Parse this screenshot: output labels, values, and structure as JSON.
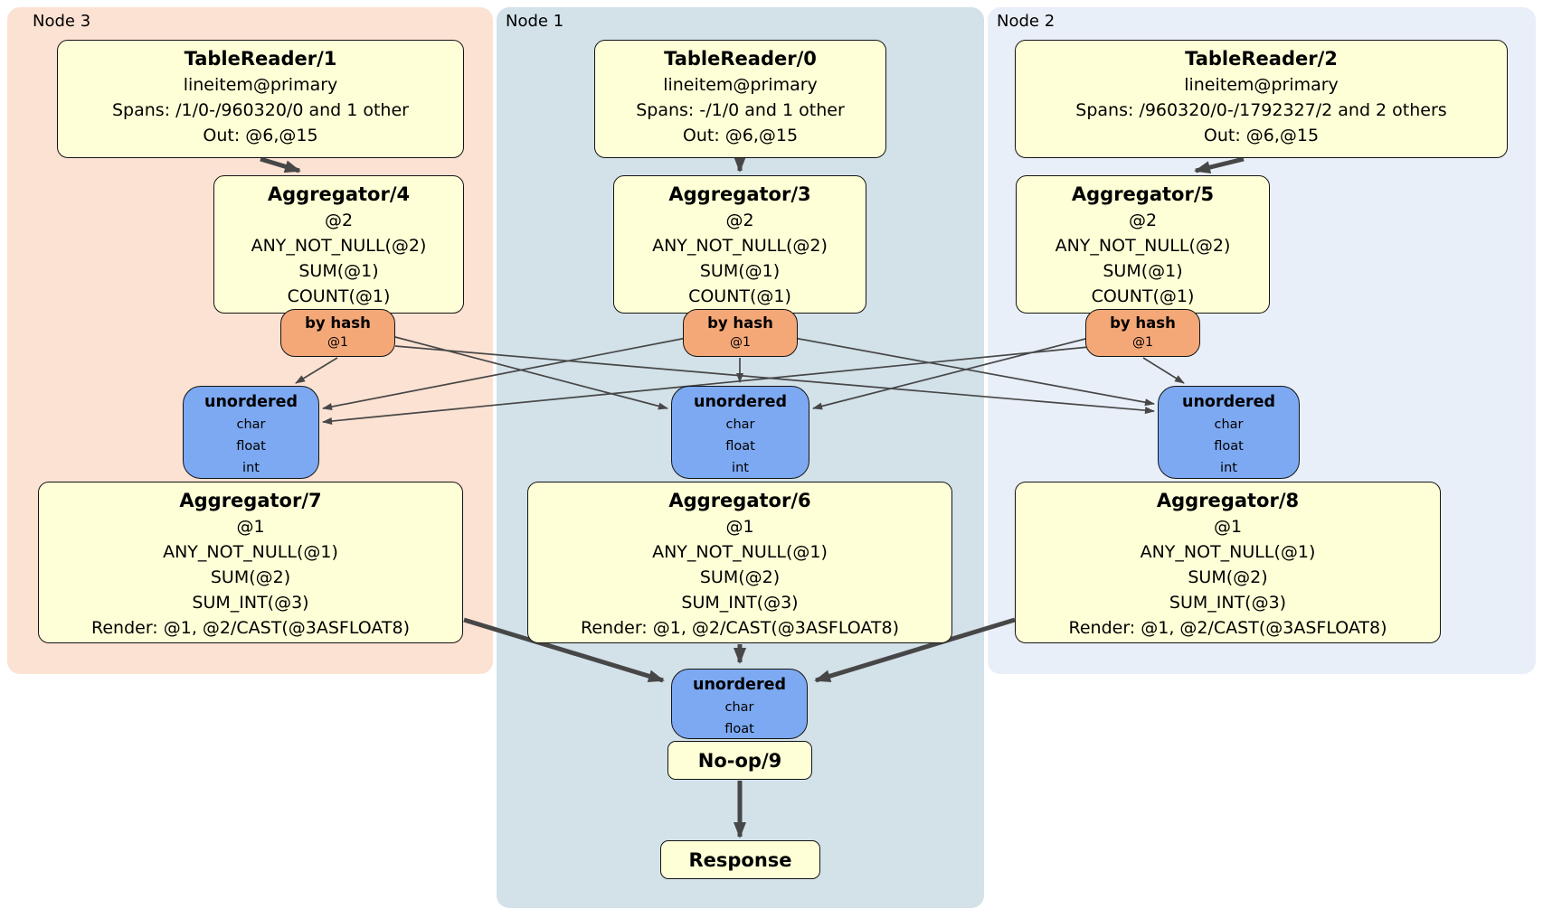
{
  "colors": {
    "page_bg": "#ffffff",
    "node3_bg": "#fce2d3",
    "node1_bg": "#d3e1e9",
    "node2_bg": "#e9eff8",
    "process_box": "#ffffd7",
    "hash_router": "#f4a878",
    "sync_box": "#7da9f2",
    "box_border": "#141414",
    "edge": "#474747",
    "text": "#000000"
  },
  "node3": {
    "label": "Node 3",
    "table_reader": {
      "title": "TableReader/1",
      "lines": [
        "lineitem@primary",
        "Spans: /1/0-/960320/0 and 1 other",
        "Out: @6,@15"
      ]
    },
    "aggregator_top": {
      "title": "Aggregator/4",
      "lines": [
        "@2",
        "ANY_NOT_NULL(@2)",
        "SUM(@1)",
        "COUNT(@1)"
      ]
    },
    "hash_router": {
      "title": "by hash",
      "detail": "@1"
    },
    "sync": {
      "title": "unordered",
      "streams": [
        "char",
        "float",
        "int"
      ]
    },
    "aggregator_bottom": {
      "title": "Aggregator/7",
      "lines": [
        "@1",
        "ANY_NOT_NULL(@1)",
        "SUM(@2)",
        "SUM_INT(@3)",
        "Render: @1, @2/CAST(@3ASFLOAT8)"
      ]
    }
  },
  "node1": {
    "label": "Node 1",
    "table_reader": {
      "title": "TableReader/0",
      "lines": [
        "lineitem@primary",
        "Spans: -/1/0 and 1 other",
        "Out: @6,@15"
      ]
    },
    "aggregator_top": {
      "title": "Aggregator/3",
      "lines": [
        "@2",
        "ANY_NOT_NULL(@2)",
        "SUM(@1)",
        "COUNT(@1)"
      ]
    },
    "hash_router": {
      "title": "by hash",
      "detail": "@1"
    },
    "sync": {
      "title": "unordered",
      "streams": [
        "char",
        "float",
        "int"
      ]
    },
    "aggregator_bottom": {
      "title": "Aggregator/6",
      "lines": [
        "@1",
        "ANY_NOT_NULL(@1)",
        "SUM(@2)",
        "SUM_INT(@3)",
        "Render: @1, @2/CAST(@3ASFLOAT8)"
      ]
    }
  },
  "node2": {
    "label": "Node 2",
    "table_reader": {
      "title": "TableReader/2",
      "lines": [
        "lineitem@primary",
        "Spans: /960320/0-/1792327/2 and 2 others",
        "Out: @6,@15"
      ]
    },
    "aggregator_top": {
      "title": "Aggregator/5",
      "lines": [
        "@2",
        "ANY_NOT_NULL(@2)",
        "SUM(@1)",
        "COUNT(@1)"
      ]
    },
    "hash_router": {
      "title": "by hash",
      "detail": "@1"
    },
    "sync": {
      "title": "unordered",
      "streams": [
        "char",
        "float",
        "int"
      ]
    },
    "aggregator_bottom": {
      "title": "Aggregator/8",
      "lines": [
        "@1",
        "ANY_NOT_NULL(@1)",
        "SUM(@2)",
        "SUM_INT(@3)",
        "Render: @1, @2/CAST(@3ASFLOAT8)"
      ]
    }
  },
  "final": {
    "sync": {
      "title": "unordered",
      "streams": [
        "char",
        "float"
      ]
    },
    "noop": {
      "title": "No-op/9"
    },
    "response": {
      "title": "Response"
    }
  }
}
